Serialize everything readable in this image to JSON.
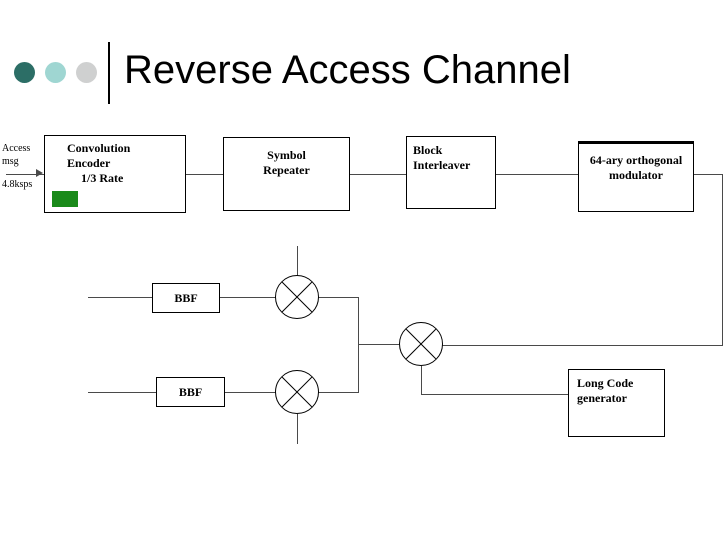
{
  "slide": {
    "title": "Reverse Access Channel",
    "bullets": [
      {
        "name": "bullet-dot-1",
        "color": "#2c6e66"
      },
      {
        "name": "bullet-dot-2",
        "color": "#9fd6d2"
      },
      {
        "name": "bullet-dot-3",
        "color": "#cfd0d0"
      }
    ]
  },
  "diagram": {
    "type": "block-diagram",
    "title": "Reverse Access Channel",
    "blocks": [
      {
        "id": "conv",
        "label": "Convolution\nEncoder\n   1/3 Rate",
        "label_line1": "Convolution",
        "label_line2": "Encoder",
        "label_line3": "1/3 Rate"
      },
      {
        "id": "sym",
        "label": "Symbol\nRepeater",
        "label_line1": "Symbol",
        "label_line2": "Repeater"
      },
      {
        "id": "interl",
        "label": "Block\nInterleaver",
        "label_line1": "Block",
        "label_line2": "Interleaver"
      },
      {
        "id": "mod",
        "label": "64-ary orthogonal\nmodulator",
        "label_line1": "64-ary orthogonal",
        "label_line2": "modulator"
      },
      {
        "id": "bbf1",
        "label": "BBF"
      },
      {
        "id": "bbf2",
        "label": "BBF"
      },
      {
        "id": "longcode",
        "label": "Long Code\ngenerator",
        "label_line1": "Long Code",
        "label_line2": "generator"
      }
    ],
    "mixers": [
      {
        "id": "mixer-top",
        "symbol": "circle-x"
      },
      {
        "id": "mixer-bottom",
        "symbol": "circle-x"
      },
      {
        "id": "mixer-center",
        "symbol": "circle-x"
      }
    ],
    "annotations": {
      "input_label_line1": "Access",
      "input_label_line2": "msg",
      "rate_label": "4.8ksps"
    },
    "swatch": {
      "name": "green-status-swatch",
      "color": "#1a8a1a"
    },
    "signal_path": [
      "Access msg 4.8ksps",
      "Convolution Encoder 1/3 Rate",
      "Symbol Repeater",
      "Block Interleaver",
      "64-ary orthogonal modulator",
      "mixer-center",
      "BBF / mixer-top / mixer-bottom branches",
      "Long Code generator"
    ]
  }
}
